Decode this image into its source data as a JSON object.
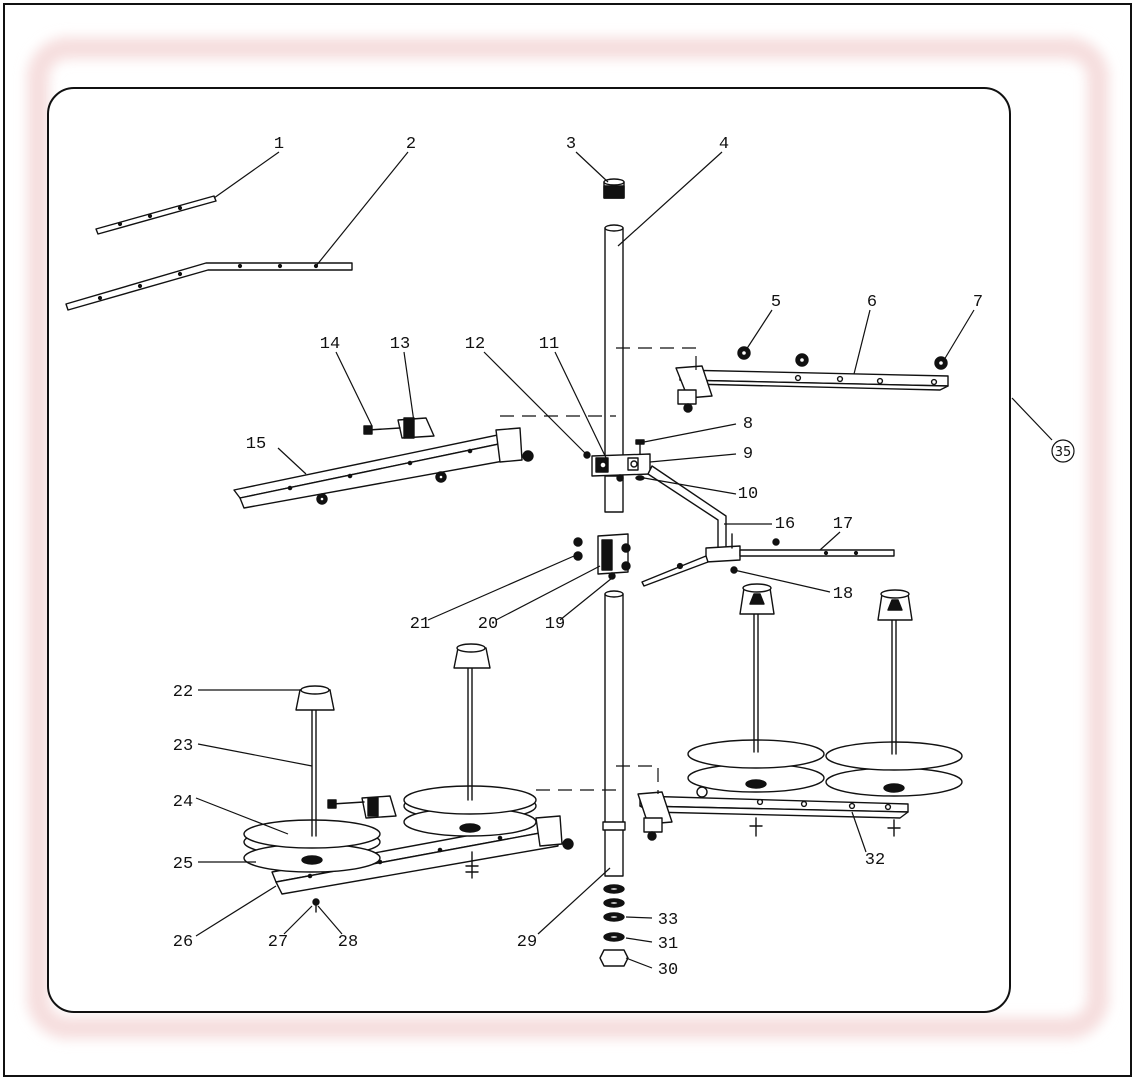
{
  "diagram": {
    "callouts": [
      "1",
      "2",
      "3",
      "4",
      "5",
      "6",
      "7",
      "8",
      "9",
      "10",
      "11",
      "12",
      "13",
      "14",
      "15",
      "16",
      "17",
      "18",
      "19",
      "20",
      "21",
      "22",
      "23",
      "24",
      "25",
      "26",
      "27",
      "28",
      "29",
      "30",
      "31",
      "32",
      "33"
    ],
    "assembly_number": "35"
  }
}
